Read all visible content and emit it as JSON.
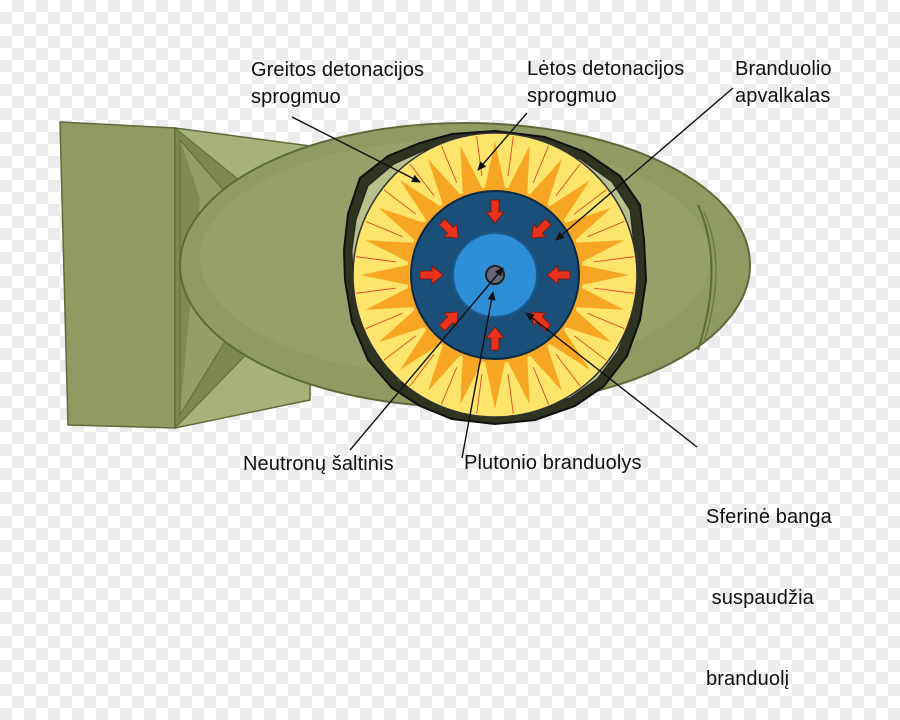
{
  "labels": {
    "fast_explosive": [
      "Greitos detonacijos",
      "sprogmuo"
    ],
    "slow_explosive": [
      "Lėtos detonacijos",
      "sprogmuo"
    ],
    "core_casing": [
      "Branduolio",
      "apvalkalas"
    ],
    "neutron_source": [
      "Neutronų šaltinis"
    ],
    "plutonium_core": [
      "Plutonio branduolys"
    ],
    "shock_wave": [
      "Sferinė banga",
      " suspaudžia",
      "branduolį"
    ]
  },
  "colors": {
    "casing": "#8f9b63",
    "casing_dark": "#6f7a46",
    "casing_light": "#a6b27a",
    "fast_explosive": "#fde46a",
    "slow_explosive": "#f6a623",
    "tamper": "#1a4f7a",
    "plutonium": "#2f8fd6",
    "arrows": "#e8321e"
  }
}
